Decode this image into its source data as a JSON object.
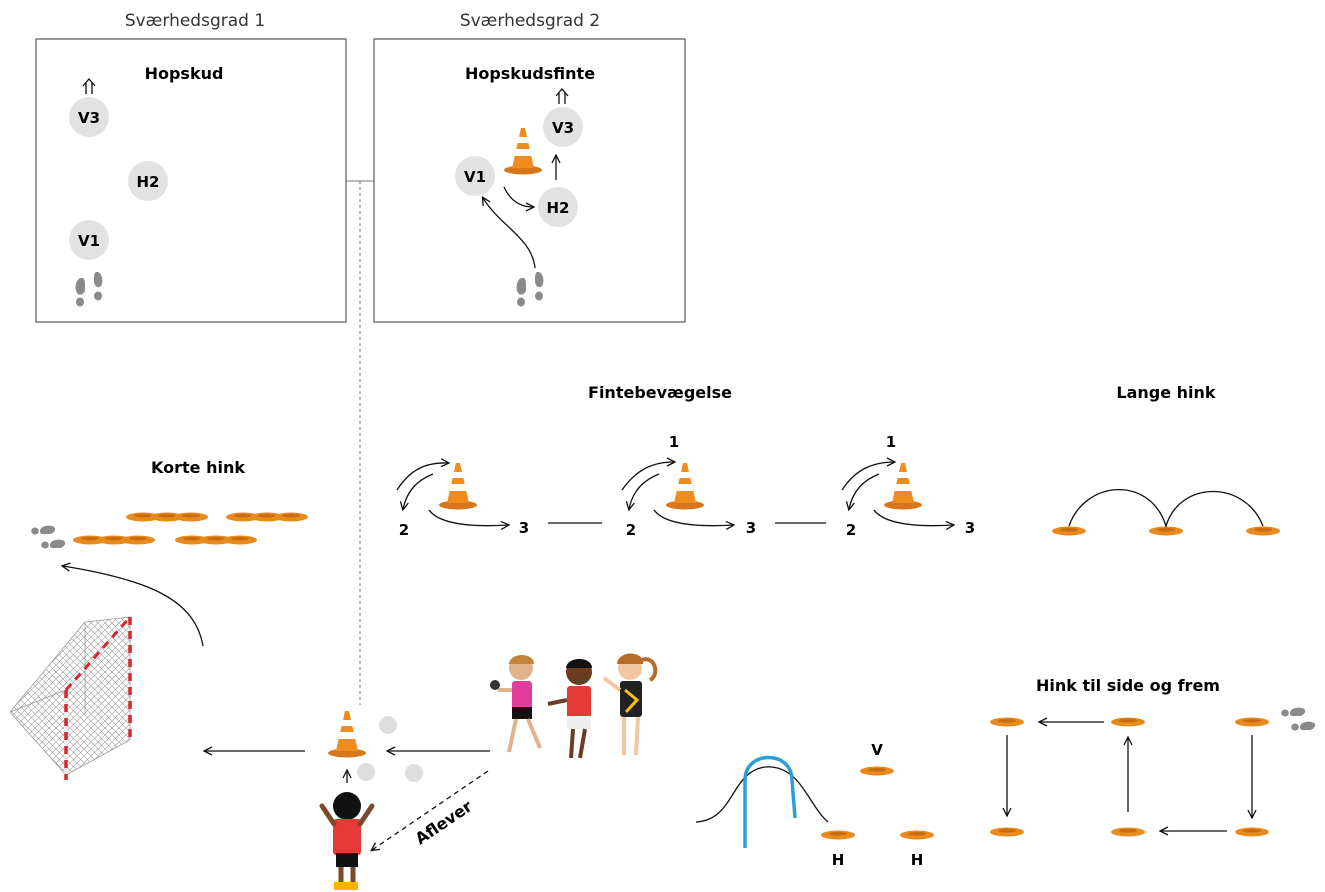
{
  "panel1": {
    "difficulty": "Sværhedsgrad 1",
    "title": "Hopskud",
    "players": [
      "V3",
      "H2",
      "V1"
    ]
  },
  "panel2": {
    "difficulty": "Sværhedsgrad 2",
    "title": "Hopskudsfinte",
    "players": [
      "V3",
      "V1",
      "H2"
    ]
  },
  "stations": {
    "korte_hink": "Korte hink",
    "fintebevaegelse": "Fintebevægelse",
    "lange_hink": "Lange hink",
    "hink_til_side": "Hink til side og frem",
    "aflever": "Aflever"
  },
  "finte_labels": {
    "one": "1",
    "two": "2",
    "three": "3"
  },
  "hurdle_labels": {
    "v": "V",
    "h": "H"
  },
  "colors": {
    "cone": "#e98a1d",
    "disc": "#e98a1d",
    "player_circle": "#e2e2e2",
    "hurdle": "#2a9fd6",
    "goal_post": "#d8262f",
    "footprint": "#8a8a8a"
  }
}
